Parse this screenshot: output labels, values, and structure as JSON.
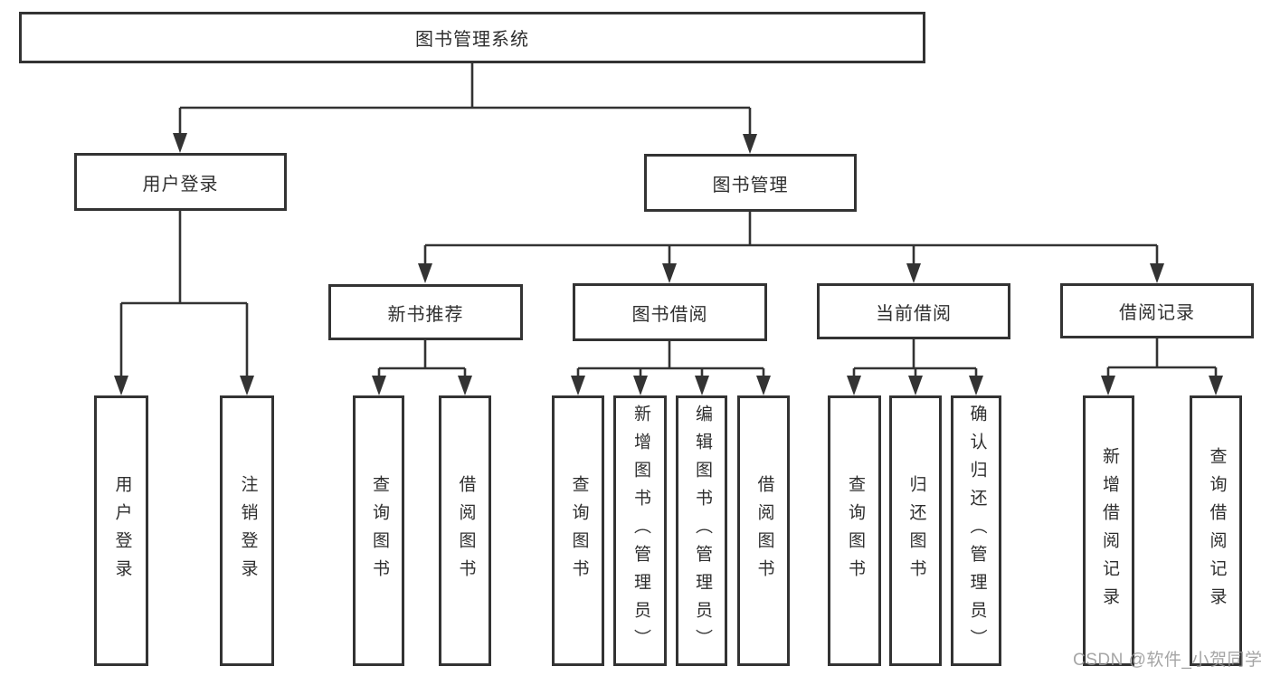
{
  "diagram": {
    "root": {
      "label": "图书管理系统"
    },
    "level2": [
      {
        "label": "用户登录"
      },
      {
        "label": "图书管理"
      }
    ],
    "level3": [
      {
        "label": "新书推荐"
      },
      {
        "label": "图书借阅"
      },
      {
        "label": "当前借阅"
      },
      {
        "label": "借阅记录"
      }
    ],
    "leaves": [
      {
        "label": "用户登录"
      },
      {
        "label": "注销登录"
      },
      {
        "label": "查询图书"
      },
      {
        "label": "借阅图书"
      },
      {
        "label": "查询图书"
      },
      {
        "label": "新增图书（管理员）"
      },
      {
        "label": "编辑图书（管理员）"
      },
      {
        "label": "借阅图书"
      },
      {
        "label": "查询图书"
      },
      {
        "label": "归还图书"
      },
      {
        "label": "确认归还（管理员）"
      },
      {
        "label": "新增借阅记录"
      },
      {
        "label": "查询借阅记录"
      }
    ],
    "colors": {
      "line": "#333333",
      "box_border": "#333333",
      "text": "#2f2f2f",
      "background": "#ffffff",
      "watermark": "#989898"
    }
  },
  "watermark": {
    "text": "CSDN @软件_小贺同学"
  }
}
